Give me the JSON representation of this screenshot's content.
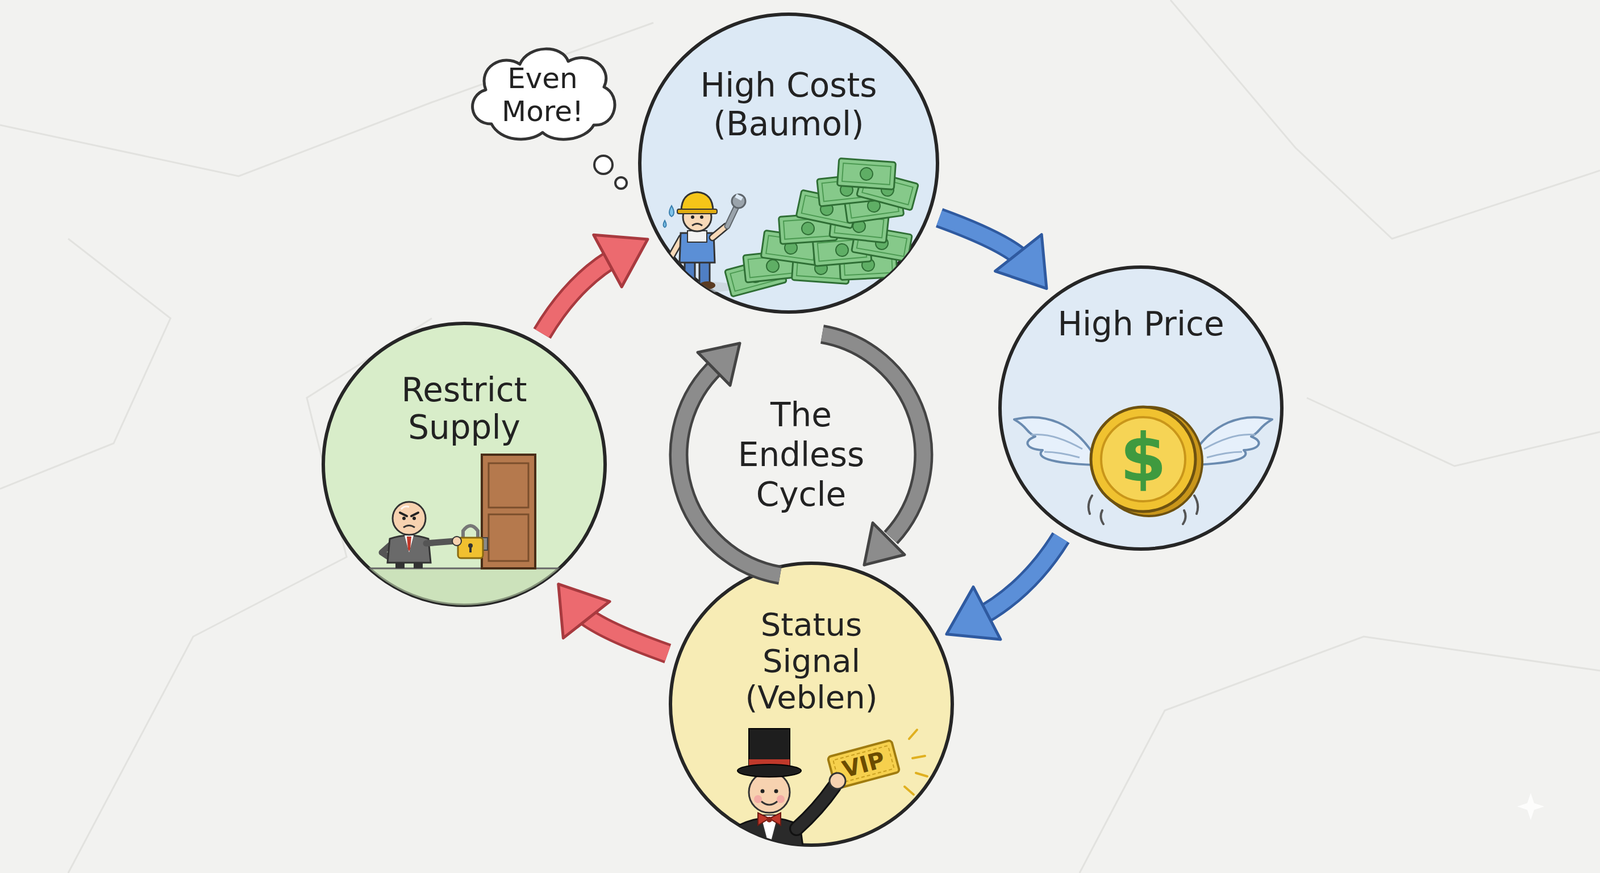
{
  "diagram": {
    "nodes": [
      {
        "text": [
          "Even More!"
        ]
      },
      {
        "text": [
          "High Costs (Baumol)"
        ]
      },
      {
        "text": [
          "High Price"
        ]
      },
      {
        "text": [
          "Status Signal (Veblen)"
        ]
      },
      {
        "text": [
          "Restrict Supply"
        ]
      }
    ],
    "edges": [
      {
        "from": 1,
        "to": 2,
        "arrow": "to"
      },
      {
        "from": 2,
        "to": 3,
        "arrow": "to"
      },
      {
        "from": 3,
        "to": 4,
        "arrow": "to"
      },
      {
        "from": 4,
        "to": 1,
        "arrow": "to"
      }
    ],
    "labels": [
      "The Endless Cycle",
      "$",
      "VIP"
    ]
  }
}
